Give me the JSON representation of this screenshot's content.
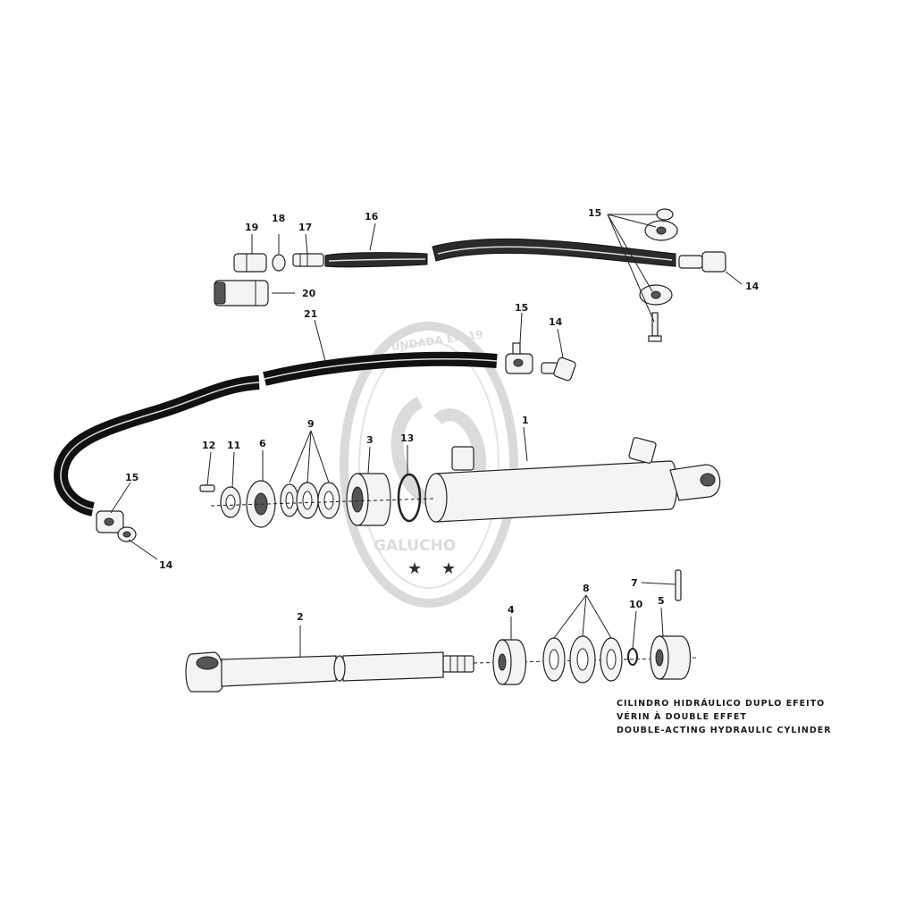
{
  "part_labels": {
    "p1": "1",
    "p2": "2",
    "p3": "3",
    "p4": "4",
    "p5": "5",
    "p6": "6",
    "p7": "7",
    "p8": "8",
    "p9": "9",
    "p10": "10",
    "p11": "11",
    "p12": "12",
    "p13": "13",
    "p14a": "14",
    "p14b": "14",
    "p14c": "14",
    "p15a": "15",
    "p15b": "15",
    "p15c": "15",
    "p16": "16",
    "p17": "17",
    "p18": "18",
    "p19": "19",
    "p20": "20",
    "p21": "21"
  },
  "caption": {
    "line1": "CILINDRO HIDRÁULICO DUPLO EFEITO",
    "line2": "VÉRIN À DOUBLE EFFET",
    "line3": "DOUBLE-ACTING HYDRAULIC CYLINDER"
  },
  "watermark": {
    "arc_text": "FUNDADA EM 19",
    "name": "GALUCHO"
  }
}
